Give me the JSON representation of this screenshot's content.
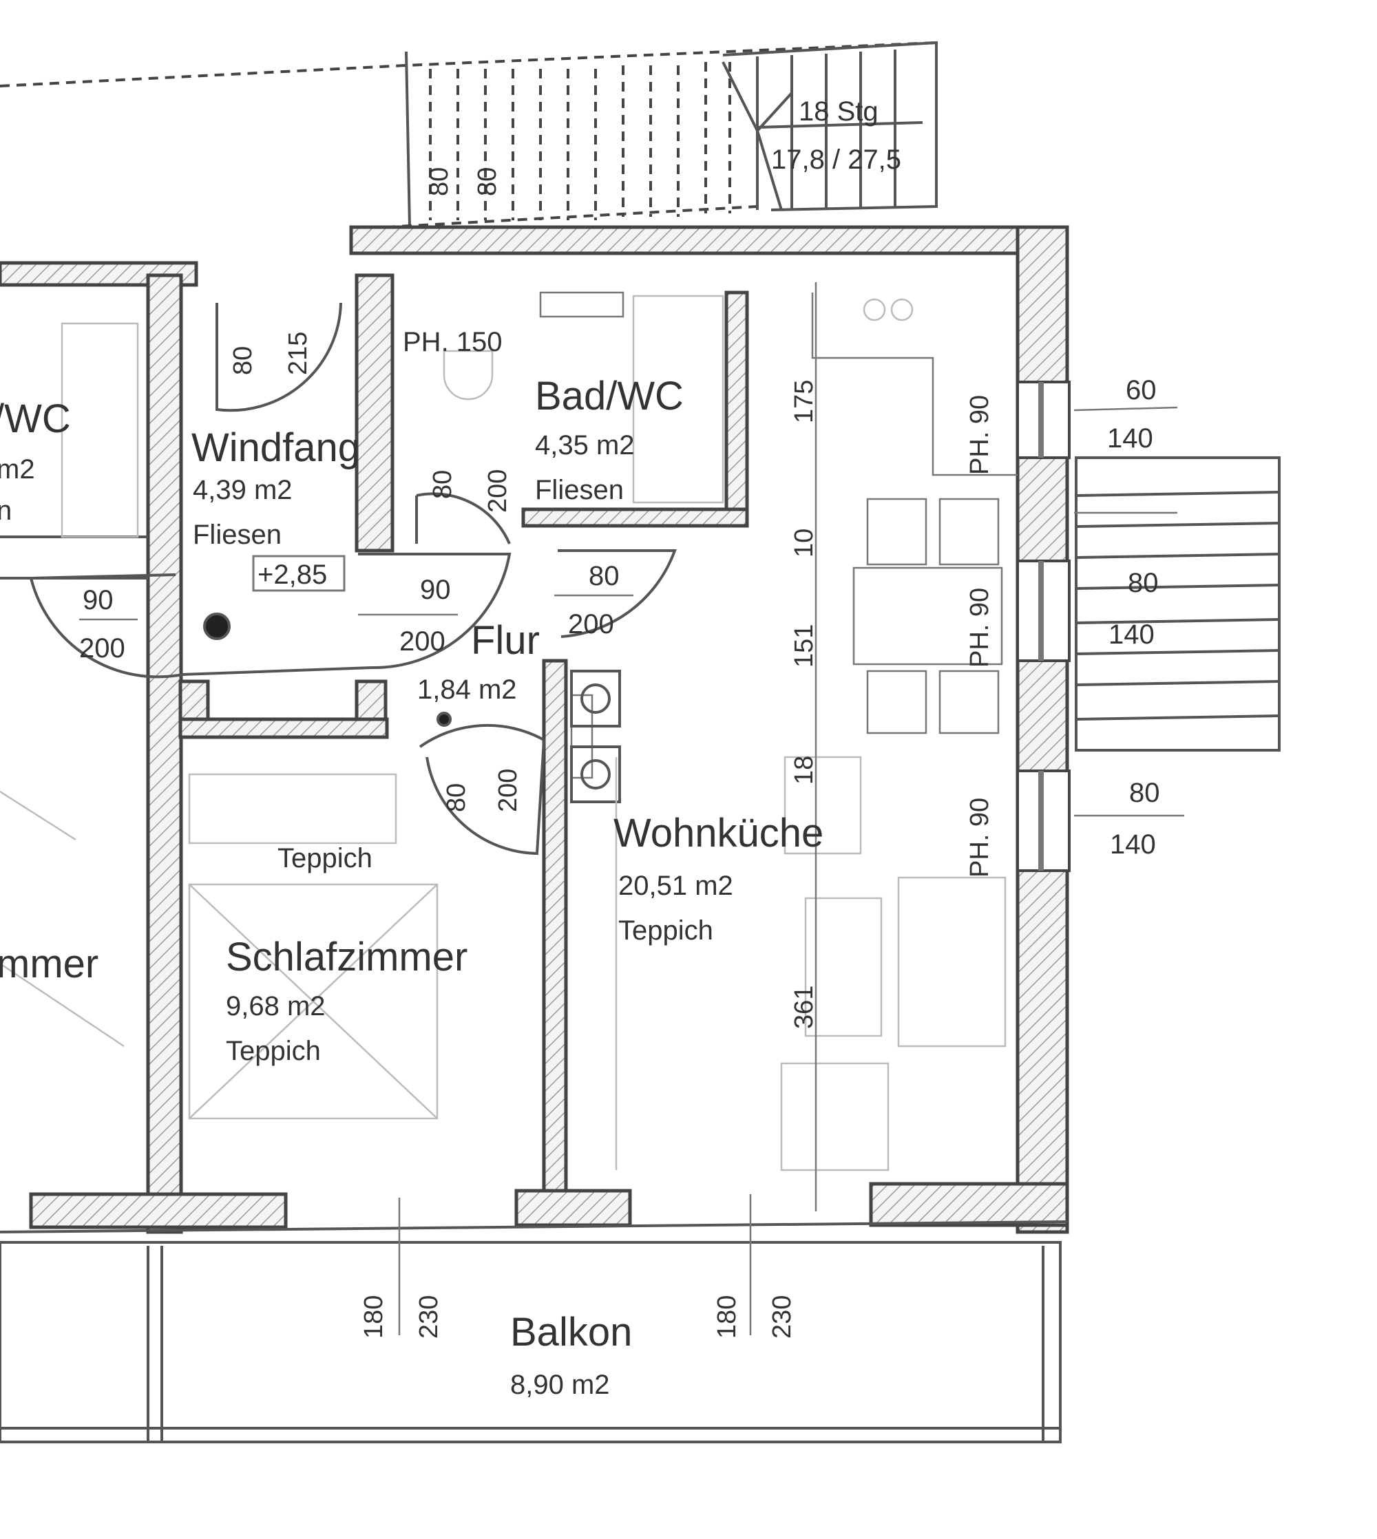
{
  "stairs": {
    "steps": "18 Stg",
    "ratio": "17,8 / 27,5",
    "dim_a": "80",
    "dim_b": "80"
  },
  "rooms": [
    {
      "name": "/WC",
      "area": "m2",
      "floor": "n"
    },
    {
      "name": "Windfang",
      "area": "4,39 m2",
      "floor": "Fliesen"
    },
    {
      "name": "Bad/WC",
      "area": "4,35 m2",
      "floor": "Fliesen"
    },
    {
      "name": "Flur",
      "area": "1,84 m2"
    },
    {
      "name": "Wohnküche",
      "area": "20,51 m2",
      "floor": "Teppich"
    },
    {
      "name": "Schlafzimmer",
      "area": "9,68 m2",
      "floor": "Teppich"
    },
    {
      "name": "mmer"
    },
    {
      "name": "Balkon",
      "area": "8,90 m2"
    }
  ],
  "labels": {
    "ph_bad": "PH. 150",
    "level": "+2,85",
    "teppich_top": "Teppich"
  },
  "doors": [
    {
      "w": "90",
      "h": "200"
    },
    {
      "w": "90",
      "h": "200"
    },
    {
      "w": "80",
      "h": "200"
    }
  ],
  "vertical_dims": {
    "windfang_door": [
      "80",
      "215"
    ],
    "bad_door": [
      "80",
      "200"
    ],
    "flur_door": [
      "80",
      "200"
    ],
    "kitchen_chain": [
      "175",
      "10",
      "151",
      "18",
      "361"
    ],
    "balkon_left": [
      "180",
      "230"
    ],
    "balkon_right": [
      "180",
      "230"
    ]
  },
  "windows": [
    {
      "ph": "PH. 90",
      "w": "60",
      "h": "140"
    },
    {
      "ph": "PH. 90",
      "w": "80",
      "h": "140"
    },
    {
      "ph": "PH. 90",
      "w": "80",
      "h": "140"
    }
  ]
}
